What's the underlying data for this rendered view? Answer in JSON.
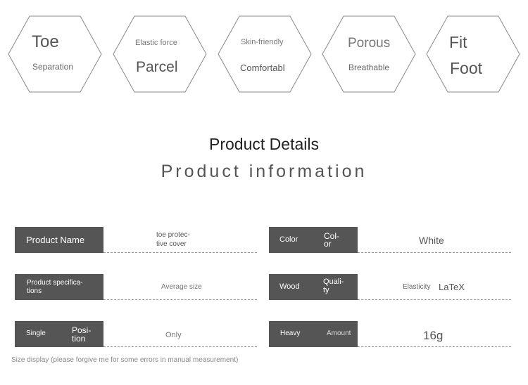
{
  "features": [
    {
      "line1": "Toe",
      "line2": "Separation"
    },
    {
      "line1": "Elastic force",
      "line2": "Parcel"
    },
    {
      "line1": "Skin-friendly",
      "line2": "Comfortabl"
    },
    {
      "line1": "Porous",
      "line2": "Breathable"
    },
    {
      "line1": "Fit",
      "line2": "Foot"
    }
  ],
  "section": {
    "title": "Product Details",
    "subtitle": "Product information"
  },
  "specs": {
    "left": [
      {
        "label": "Product Name",
        "value_line1": "toe protec-",
        "value_line2": "tive cover"
      },
      {
        "label_line1": "Product specifica-",
        "label_line2": "tions",
        "value": "Average size"
      },
      {
        "label_a": "Single",
        "label_b_line1": "Posi-",
        "label_b_line2": "tion",
        "value": "Only"
      }
    ],
    "right": [
      {
        "label_a": "Color",
        "label_b_line1": "Col-",
        "label_b_line2": "or",
        "value": "White"
      },
      {
        "label_a": "Wood",
        "label_b_line1": "Quali-",
        "label_b_line2": "ty",
        "value_a": "Elasticity",
        "value_b": "LaTeX"
      },
      {
        "label_a": "Heavy",
        "label_b": "Amount",
        "value": "16g"
      }
    ]
  },
  "footnote": "Size display (please forgive me for some errors in manual measurement)"
}
